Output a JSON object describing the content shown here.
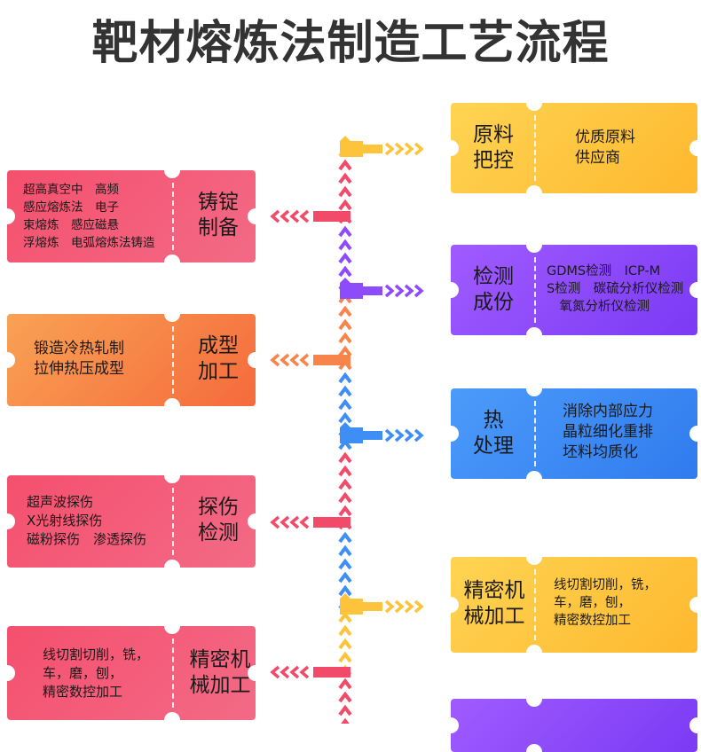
{
  "title": "靶材熔炼法制造工艺流程",
  "colors": {
    "yellow": "#FDC43B",
    "purple": "#8E4BFB",
    "blue": "#3F8EF5",
    "red": "#F24B6A",
    "orange": "#F7844A"
  },
  "right_steps": [
    {
      "name": "原料\n把控",
      "desc": "优质原料\n供应商",
      "color": "yellow"
    },
    {
      "name": "检测\n成份",
      "desc": "GDMS检测　ICP-M\nS检测　碳硫分析仪检测\n　氧氮分析仪检测",
      "color": "purple"
    },
    {
      "name": "热\n处理",
      "desc": "消除内部应力\n晶粒细化重排\n坯料均质化",
      "color": "blue"
    },
    {
      "name": "精密机\n械加工",
      "desc": "线切割切削，铣，\n车，磨，刨，\n精密数控加工",
      "color": "yellow"
    }
  ],
  "left_steps": [
    {
      "name": "铸锭\n制备",
      "desc": "超高真空中　高频\n感应熔炼法　电子\n束熔炼　感应磁悬\n浮熔炼　电弧熔炼法铸造",
      "color": "red"
    },
    {
      "name": "成型\n加工",
      "desc": "锻造冷热轧制\n拉伸热压成型",
      "color": "orange"
    },
    {
      "name": "探伤\n检测",
      "desc": "超声波探伤\nX光射线探伤\n磁粉探伤　渗透探伤",
      "color": "red"
    },
    {
      "name": "精密机\n械加工",
      "desc": "线切割切削，铣，\n车，磨，刨，\n精密数控加工",
      "color": "red"
    }
  ]
}
